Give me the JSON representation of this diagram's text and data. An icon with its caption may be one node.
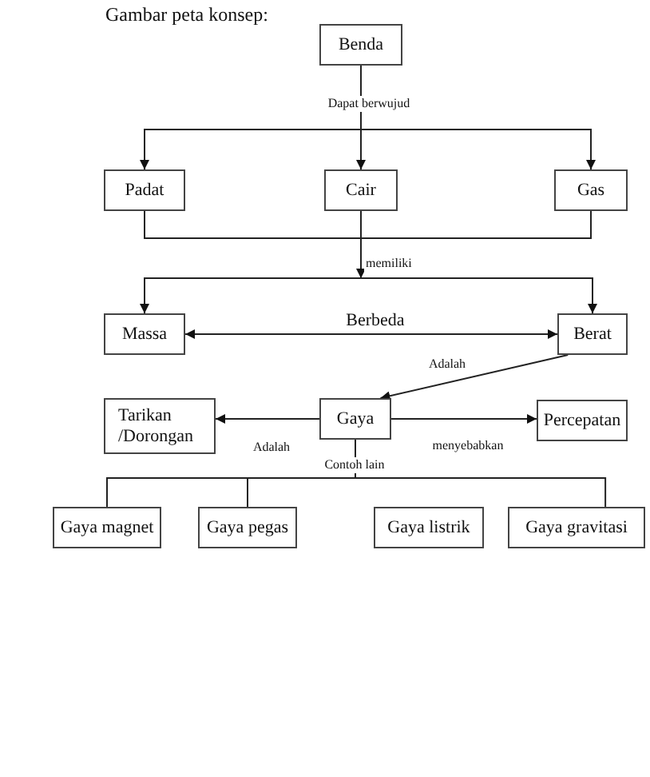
{
  "diagram": {
    "title": "Gambar peta konsep:",
    "nodes": [
      {
        "text": [
          "Benda"
        ]
      },
      {
        "text": [
          "Padat"
        ]
      },
      {
        "text": [
          "Cair"
        ]
      },
      {
        "text": [
          "Gas"
        ]
      },
      {
        "text": [
          "Massa"
        ]
      },
      {
        "text": [
          "Berat"
        ]
      },
      {
        "text": [
          "Tarikan /Dorongan"
        ]
      },
      {
        "text": [
          "Gaya"
        ]
      },
      {
        "text": [
          "Percepatan"
        ]
      },
      {
        "text": [
          "Gaya magnet"
        ]
      },
      {
        "text": [
          "Gaya pegas"
        ]
      },
      {
        "text": [
          "Gaya listrik"
        ]
      },
      {
        "text": [
          "Gaya gravitasi"
        ]
      }
    ],
    "edges": [
      {
        "from": 0,
        "to": 1,
        "arrow": "to"
      },
      {
        "from": 0,
        "to": 2,
        "arrow": "to",
        "label": "Dapat berwujud"
      },
      {
        "from": 0,
        "to": 3,
        "arrow": "to"
      },
      {
        "from": 1,
        "to": 4,
        "arrow": "to"
      },
      {
        "from": 1,
        "to": 5,
        "arrow": "to"
      },
      {
        "from": 2,
        "to": 4,
        "arrow": "to",
        "label": "memiliki"
      },
      {
        "from": 2,
        "to": 5,
        "arrow": "to"
      },
      {
        "from": 3,
        "to": 4,
        "arrow": "to"
      },
      {
        "from": 3,
        "to": 5,
        "arrow": "to"
      },
      {
        "from": 4,
        "to": 5,
        "arrow": "both",
        "label": "Berbeda"
      },
      {
        "from": 5,
        "to": 7,
        "arrow": "to",
        "label": "Adalah"
      },
      {
        "from": 7,
        "to": 6,
        "arrow": "to",
        "label": "Adalah"
      },
      {
        "from": 7,
        "to": 8,
        "arrow": "to",
        "label": "menyebabkan"
      },
      {
        "from": 7,
        "to": 9,
        "arrow": "none",
        "label": "Contoh lain"
      },
      {
        "from": 7,
        "to": 10,
        "arrow": "none"
      },
      {
        "from": 7,
        "to": 12,
        "arrow": "none"
      }
    ]
  }
}
